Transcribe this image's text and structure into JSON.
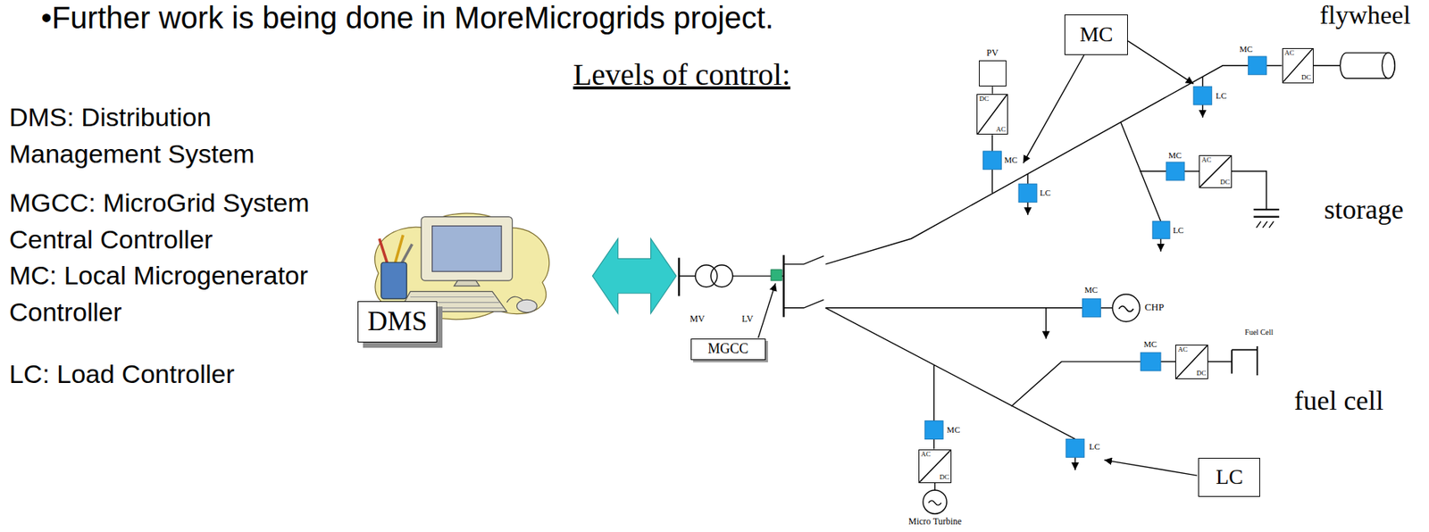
{
  "diagram": {
    "nodes": [
      {
        "text": [
          "PV"
        ]
      },
      {
        "text": [
          "MC"
        ]
      },
      {
        "text": [
          "AC",
          "DC"
        ]
      },
      {
        "text": [
          "DC",
          "AC"
        ]
      },
      {
        "text": [
          "AC",
          "DC"
        ]
      },
      {
        "text": [
          "DMS"
        ]
      },
      {
        "text": [
          "MGCC"
        ]
      },
      {
        "text": [
          "AC",
          "DC"
        ]
      },
      {
        "text": [
          "LC"
        ]
      },
      {
        "text": [
          "AC",
          "DC"
        ]
      }
    ],
    "edges": [
      {
        "from": 0,
        "to": 3,
        "arrow": "none"
      }
    ],
    "labels": [
      "•Further work is being done in MoreMicrogrids project.",
      "Levels of control:",
      "DMS: Distribution Management System",
      "MGCC: MicroGrid System Central Controller",
      "MC: Local Microgenerator Controller",
      "LC: Load Controller",
      "flywheel",
      "MC",
      "LC",
      "MC",
      "LC",
      "MC",
      "storage",
      "LC",
      "MC",
      "CHP",
      "MV",
      "LV",
      "Fuel Cell",
      "MC",
      "fuel cell",
      "MC",
      "LC",
      "Micro Turbine"
    ]
  }
}
